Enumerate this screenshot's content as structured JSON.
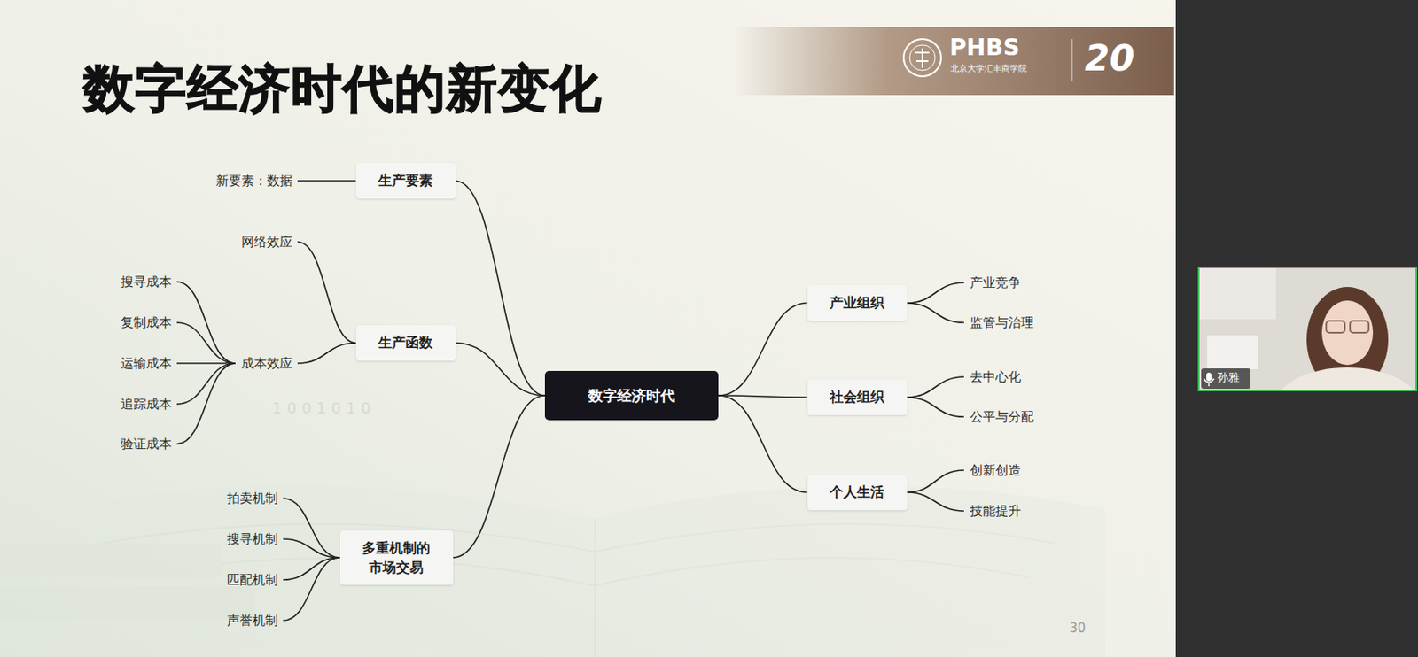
{
  "diagram": {
    "title": "数字经济时代的新变化",
    "nodes": [
      {
        "text": [
          "数字经济时代"
        ]
      },
      {
        "text": [
          "生产要素"
        ]
      },
      {
        "text": [
          "新要素：数据"
        ]
      },
      {
        "text": [
          "生产函数"
        ]
      },
      {
        "text": [
          "网络效应"
        ]
      },
      {
        "text": [
          "成本效应"
        ]
      },
      {
        "text": [
          "搜寻成本"
        ]
      },
      {
        "text": [
          "复制成本"
        ]
      },
      {
        "text": [
          "运输成本"
        ]
      },
      {
        "text": [
          "追踪成本"
        ]
      },
      {
        "text": [
          "验证成本"
        ]
      },
      {
        "text": [
          "多重机制的 市场交易"
        ]
      },
      {
        "text": [
          "拍卖机制"
        ]
      },
      {
        "text": [
          "搜寻机制"
        ]
      },
      {
        "text": [
          "匹配机制"
        ]
      },
      {
        "text": [
          "声誉机制"
        ]
      },
      {
        "text": [
          "产业组织"
        ]
      },
      {
        "text": [
          "产业竞争"
        ]
      },
      {
        "text": [
          "监管与治理"
        ]
      },
      {
        "text": [
          "社会组织"
        ]
      },
      {
        "text": [
          "去中心化"
        ]
      },
      {
        "text": [
          "公平与分配"
        ]
      },
      {
        "text": [
          "个人生活"
        ]
      },
      {
        "text": [
          "创新创造"
        ]
      },
      {
        "text": [
          "技能提升"
        ]
      }
    ],
    "edges": [
      {
        "from": 0,
        "to": 1,
        "arrow": "none"
      },
      {
        "from": 1,
        "to": 2,
        "arrow": "none"
      },
      {
        "from": 0,
        "to": 3,
        "arrow": "none"
      },
      {
        "from": 3,
        "to": 4,
        "arrow": "none"
      },
      {
        "from": 3,
        "to": 5,
        "arrow": "none"
      },
      {
        "from": 5,
        "to": 6,
        "arrow": "none"
      },
      {
        "from": 5,
        "to": 7,
        "arrow": "none"
      },
      {
        "from": 5,
        "to": 8,
        "arrow": "none"
      },
      {
        "from": 5,
        "to": 9,
        "arrow": "none"
      },
      {
        "from": 5,
        "to": 10,
        "arrow": "none"
      },
      {
        "from": 0,
        "to": 11,
        "arrow": "none"
      },
      {
        "from": 11,
        "to": 12,
        "arrow": "none"
      },
      {
        "from": 11,
        "to": 13,
        "arrow": "none"
      },
      {
        "from": 11,
        "to": 14,
        "arrow": "none"
      },
      {
        "from": 11,
        "to": 15,
        "arrow": "none"
      },
      {
        "from": 0,
        "to": 16,
        "arrow": "none"
      },
      {
        "from": 16,
        "to": 17,
        "arrow": "none"
      },
      {
        "from": 16,
        "to": 18,
        "arrow": "none"
      },
      {
        "from": 0,
        "to": 19,
        "arrow": "none"
      },
      {
        "from": 19,
        "to": 20,
        "arrow": "none"
      },
      {
        "from": 19,
        "to": 21,
        "arrow": "none"
      },
      {
        "from": 0,
        "to": 22,
        "arrow": "none"
      },
      {
        "from": 22,
        "to": 23,
        "arrow": "none"
      },
      {
        "from": 22,
        "to": 24,
        "arrow": "none"
      }
    ],
    "labels": [
      "PHBS",
      "北京大学汇丰商学院",
      "20",
      "1001010",
      "30",
      "孙雅"
    ]
  }
}
